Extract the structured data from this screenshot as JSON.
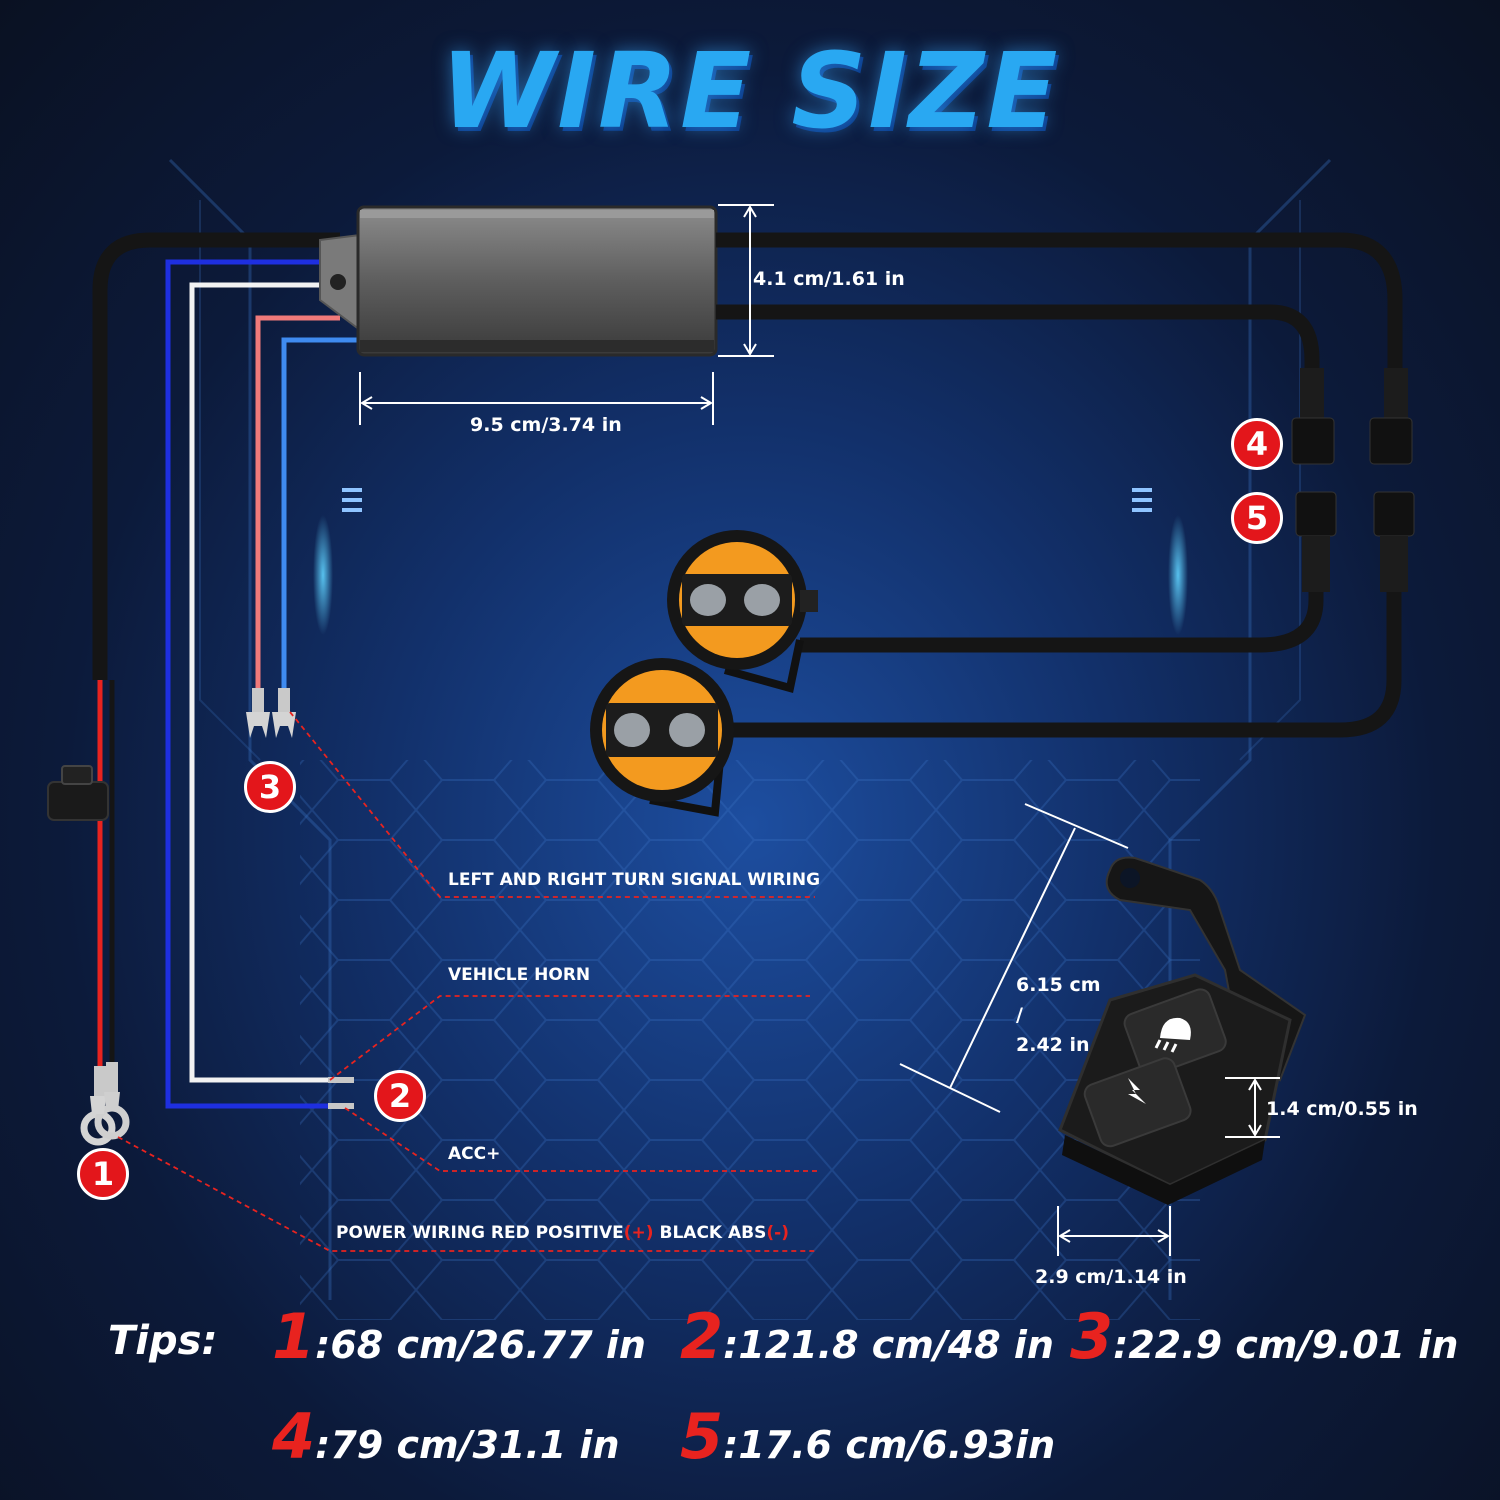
{
  "title": "WIRE SIZE",
  "dimensions": {
    "controller_height": "4.1 cm/1.61 in",
    "controller_width": "9.5 cm/3.74 in",
    "switch_length_cm": "6.15 cm",
    "switch_length_sep": "/",
    "switch_length_in": "2.42 in",
    "switch_button": "1.4 cm/0.55 in",
    "switch_width": "2.9 cm/1.14 in"
  },
  "labels": {
    "turn_signal": "LEFT AND RIGHT TURN SIGNAL WIRING",
    "horn": "VEHICLE HORN",
    "acc": "ACC+",
    "power_a": "POWER WIRING RED POSITIVE",
    "power_plus": "(+)",
    "power_b": " BLACK ABS",
    "power_minus": "(-)"
  },
  "badges": [
    "1",
    "2",
    "3",
    "4",
    "5"
  ],
  "tips": {
    "word": "Tips:",
    "items": [
      {
        "num": "1",
        "text": ":68 cm/26.77 in"
      },
      {
        "num": "2",
        "text": ":121.8 cm/48 in"
      },
      {
        "num": "3",
        "text": ":22.9 cm/9.01 in"
      },
      {
        "num": "4",
        "text": ":79 cm/31.1 in"
      },
      {
        "num": "5",
        "text": ":17.6 cm/6.93in"
      }
    ]
  },
  "colors": {
    "title": "#29a8f2",
    "badge": "#e3161b",
    "tip_number": "#e8231f",
    "wire_black": "#151515",
    "wire_red": "#e8231f",
    "wire_blue": "#1e2fe0",
    "wire_white": "#f2f2f2",
    "wire_pink": "#f07a7a",
    "wire_light_blue": "#3f8bf0",
    "lamp_amber": "#f39a1f"
  }
}
